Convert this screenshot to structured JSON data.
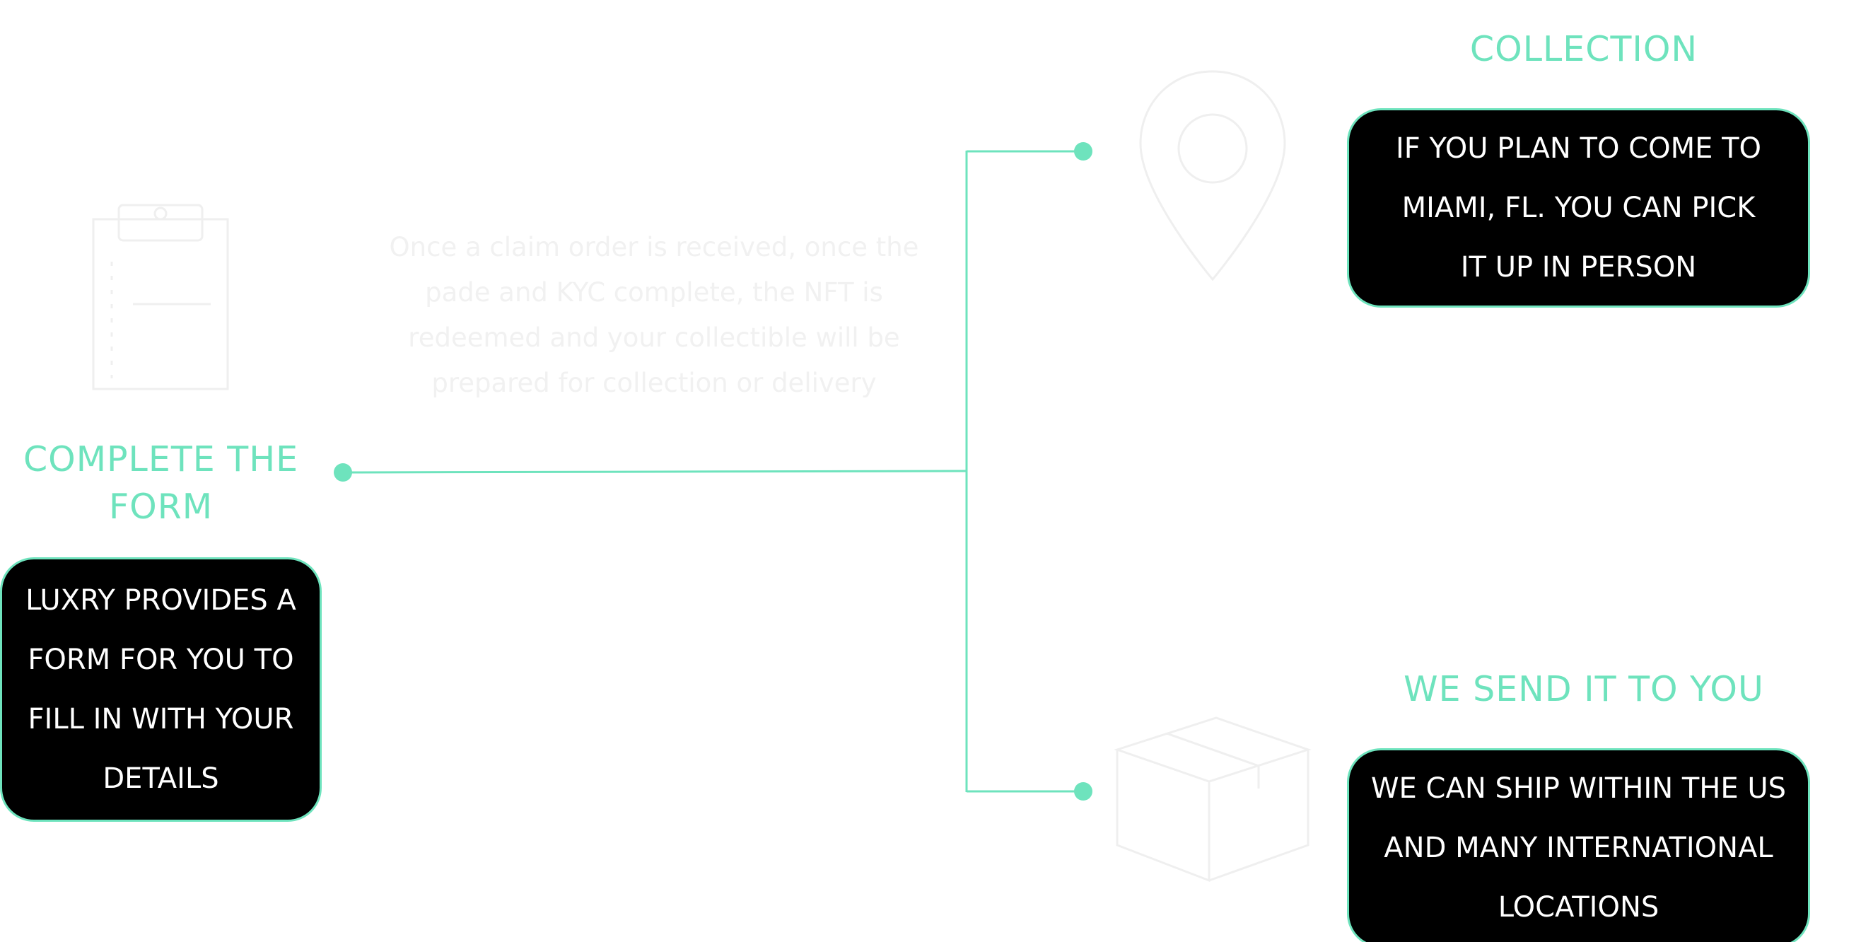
{
  "colors": {
    "accent": "#6ee3bd",
    "card_background": "#000000",
    "card_text": "#ffffff",
    "faint_text": "#f1f1f1",
    "faint_icon": "#efefef"
  },
  "icons": {
    "form": "clipboard-icon",
    "collection": "map-pin-icon",
    "shipping": "package-box-icon"
  },
  "steps": {
    "form": {
      "title": "COMPLETE THE FORM",
      "description": "LUXRY PROVIDES A FORM FOR YOU TO FILL IN WITH YOUR DETAILS"
    },
    "collection": {
      "title": "COLLECTION",
      "description": "IF YOU PLAN TO COME TO MIAMI, FL. YOU CAN PICK IT UP IN PERSON"
    },
    "shipping": {
      "title": "WE SEND IT TO YOU",
      "description": "WE CAN SHIP WITHIN THE US AND MANY INTERNATIONAL LOCATIONS"
    }
  },
  "faint_note": "Once a claim order is received, once the pade and KYC complete, the NFT is redeemed and your collectible will be prepared for collection or delivery"
}
